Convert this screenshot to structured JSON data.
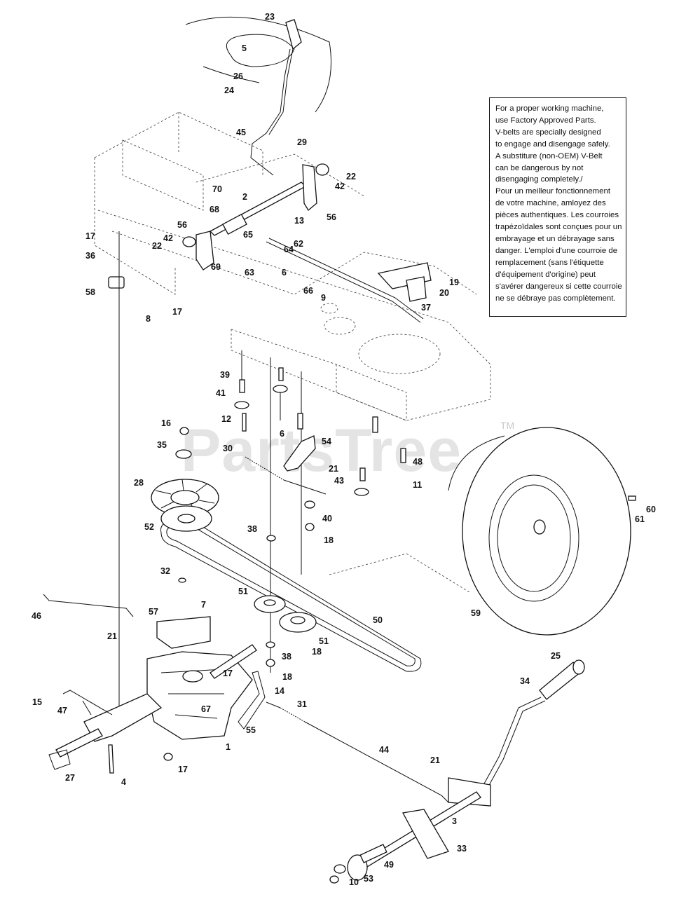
{
  "watermark": {
    "text": "PartsTree",
    "trademark": "TM"
  },
  "notice": {
    "lines": [
      "For a proper working machine,",
      "use Factory Approved Parts.",
      "V-belts are specially designed",
      "to engage and disengage safely.",
      "A substiture (non-OEM) V-Belt",
      "can be dangerous by not",
      "disengaging completely./",
      "Pour un meilleur fonctionnement",
      "de votre machine, amloyez des",
      "pièces authentiques. Les courroies",
      "trapézoïdales sont conçues pour un",
      "embrayage et un débrayage sans",
      "danger. L'emploi d'une courroie de",
      "remplacement (sans l'étiquette",
      "d'équipement d'origine) peut",
      "s'avérer dangereux si cette courroie",
      "ne se débraye pas complètement."
    ]
  },
  "callouts": [
    "23",
    "5",
    "26",
    "24",
    "45",
    "29",
    "22",
    "42",
    "2",
    "70",
    "68",
    "56",
    "13",
    "17",
    "36",
    "56",
    "42",
    "22",
    "65",
    "64",
    "62",
    "69",
    "63",
    "6",
    "58",
    "66",
    "19",
    "20",
    "37",
    "8",
    "17",
    "9",
    "39",
    "41",
    "12",
    "16",
    "6",
    "54",
    "35",
    "30",
    "21",
    "43",
    "48",
    "11",
    "28",
    "40",
    "18",
    "60",
    "61",
    "52",
    "38",
    "32",
    "51",
    "50",
    "59",
    "46",
    "57",
    "7",
    "51",
    "18",
    "21",
    "38",
    "18",
    "17",
    "25",
    "34",
    "15",
    "47",
    "14",
    "31",
    "67",
    "55",
    "1",
    "44",
    "21",
    "17",
    "3",
    "27",
    "4",
    "33",
    "49",
    "53",
    "10"
  ]
}
